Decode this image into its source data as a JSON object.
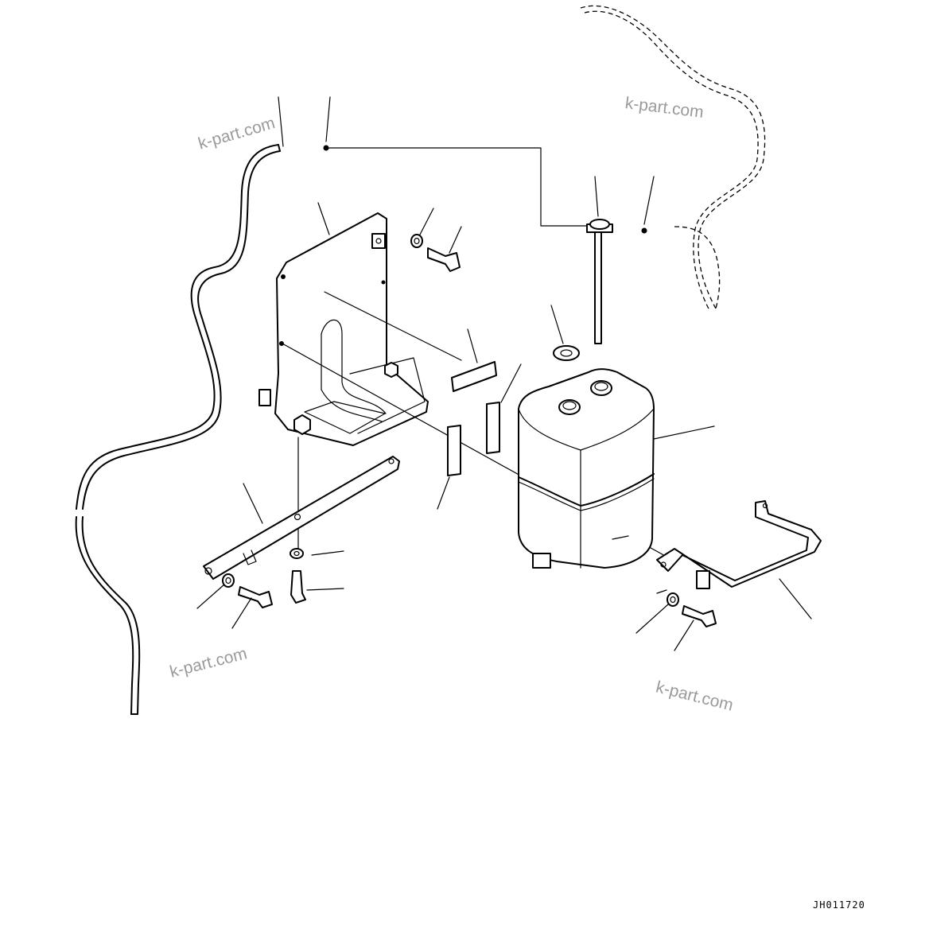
{
  "diagram": {
    "drawing_code": "JH011720",
    "watermarks": [
      "k-part.com",
      "k-part.com",
      "k-part.com",
      "k-part.com"
    ]
  }
}
